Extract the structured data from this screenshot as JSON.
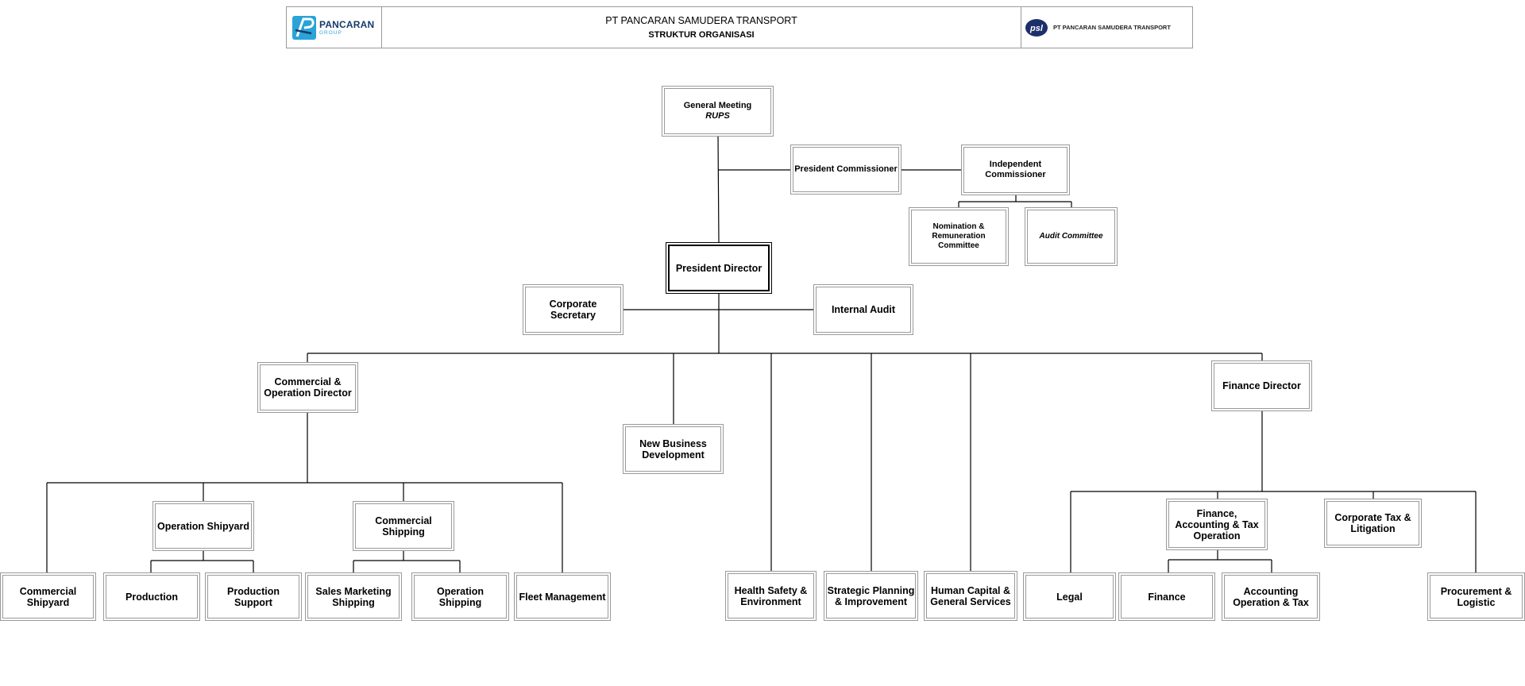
{
  "header": {
    "left_logo": {
      "icon": "pancaran-group-logo",
      "line1": "PANCARAN",
      "line2": "GROUP",
      "colors": [
        "#153a6b",
        "#2aa3d8"
      ]
    },
    "title": "PT PANCARAN SAMUDERA TRANSPORT",
    "subtitle": "STRUKTUR ORGANISASI",
    "right_logo": {
      "icon": "psl-logo",
      "text": "PT PANCARAN SAMUDERA TRANSPORT",
      "color": "#1d2f6b"
    }
  },
  "org": {
    "general_meeting": {
      "label": "General Meeting",
      "sub": "RUPS"
    },
    "president_commissioner": "President Commissioner",
    "independent_commissioner": "Independent Commissioner",
    "nomination_committee": "Nomination & Remuneration Committee",
    "audit_committee": "Audit Committee",
    "president_director": "President Director",
    "corporate_secretary": "Corporate Secretary",
    "internal_audit": "Internal Audit",
    "commercial_operation_director": "Commercial & Operation Director",
    "new_business_development": "New Business Development",
    "finance_director": "Finance Director",
    "operation_shipyard": "Operation Shipyard",
    "commercial_shipping": "Commercial Shipping",
    "commercial_shipyard": "Commercial Shipyard",
    "production": "Production",
    "production_support": "Production Support",
    "sales_marketing_shipping": "Sales Marketing Shipping",
    "operation_shipping": "Operation Shipping",
    "fleet_management": "Fleet Management",
    "health_safety": "Health Safety & Environment",
    "strategic_planning": "Strategic Planning & Improvement",
    "human_capital": "Human Capital & General Services",
    "legal": "Legal",
    "finance_accounting_tax_operation": "Finance, Accounting & Tax Operation",
    "corporate_tax": "Corporate Tax & Litigation",
    "finance": "Finance",
    "accounting_operation_tax": "Accounting Operation & Tax",
    "procurement": "Procurement & Logistic"
  }
}
